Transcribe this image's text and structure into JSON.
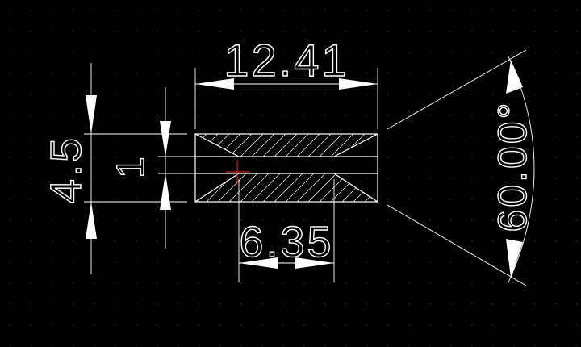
{
  "drawing": {
    "background_color": "#000000",
    "line_color": "#ffffff",
    "grid_dot_color": "#2a2a2a",
    "cursor_color": "#ff2020",
    "dimensions": {
      "width_top": "12.41",
      "width_bottom": "6.35",
      "height_outer": "4.5",
      "height_inner": "1",
      "angle": "60.00°"
    }
  }
}
